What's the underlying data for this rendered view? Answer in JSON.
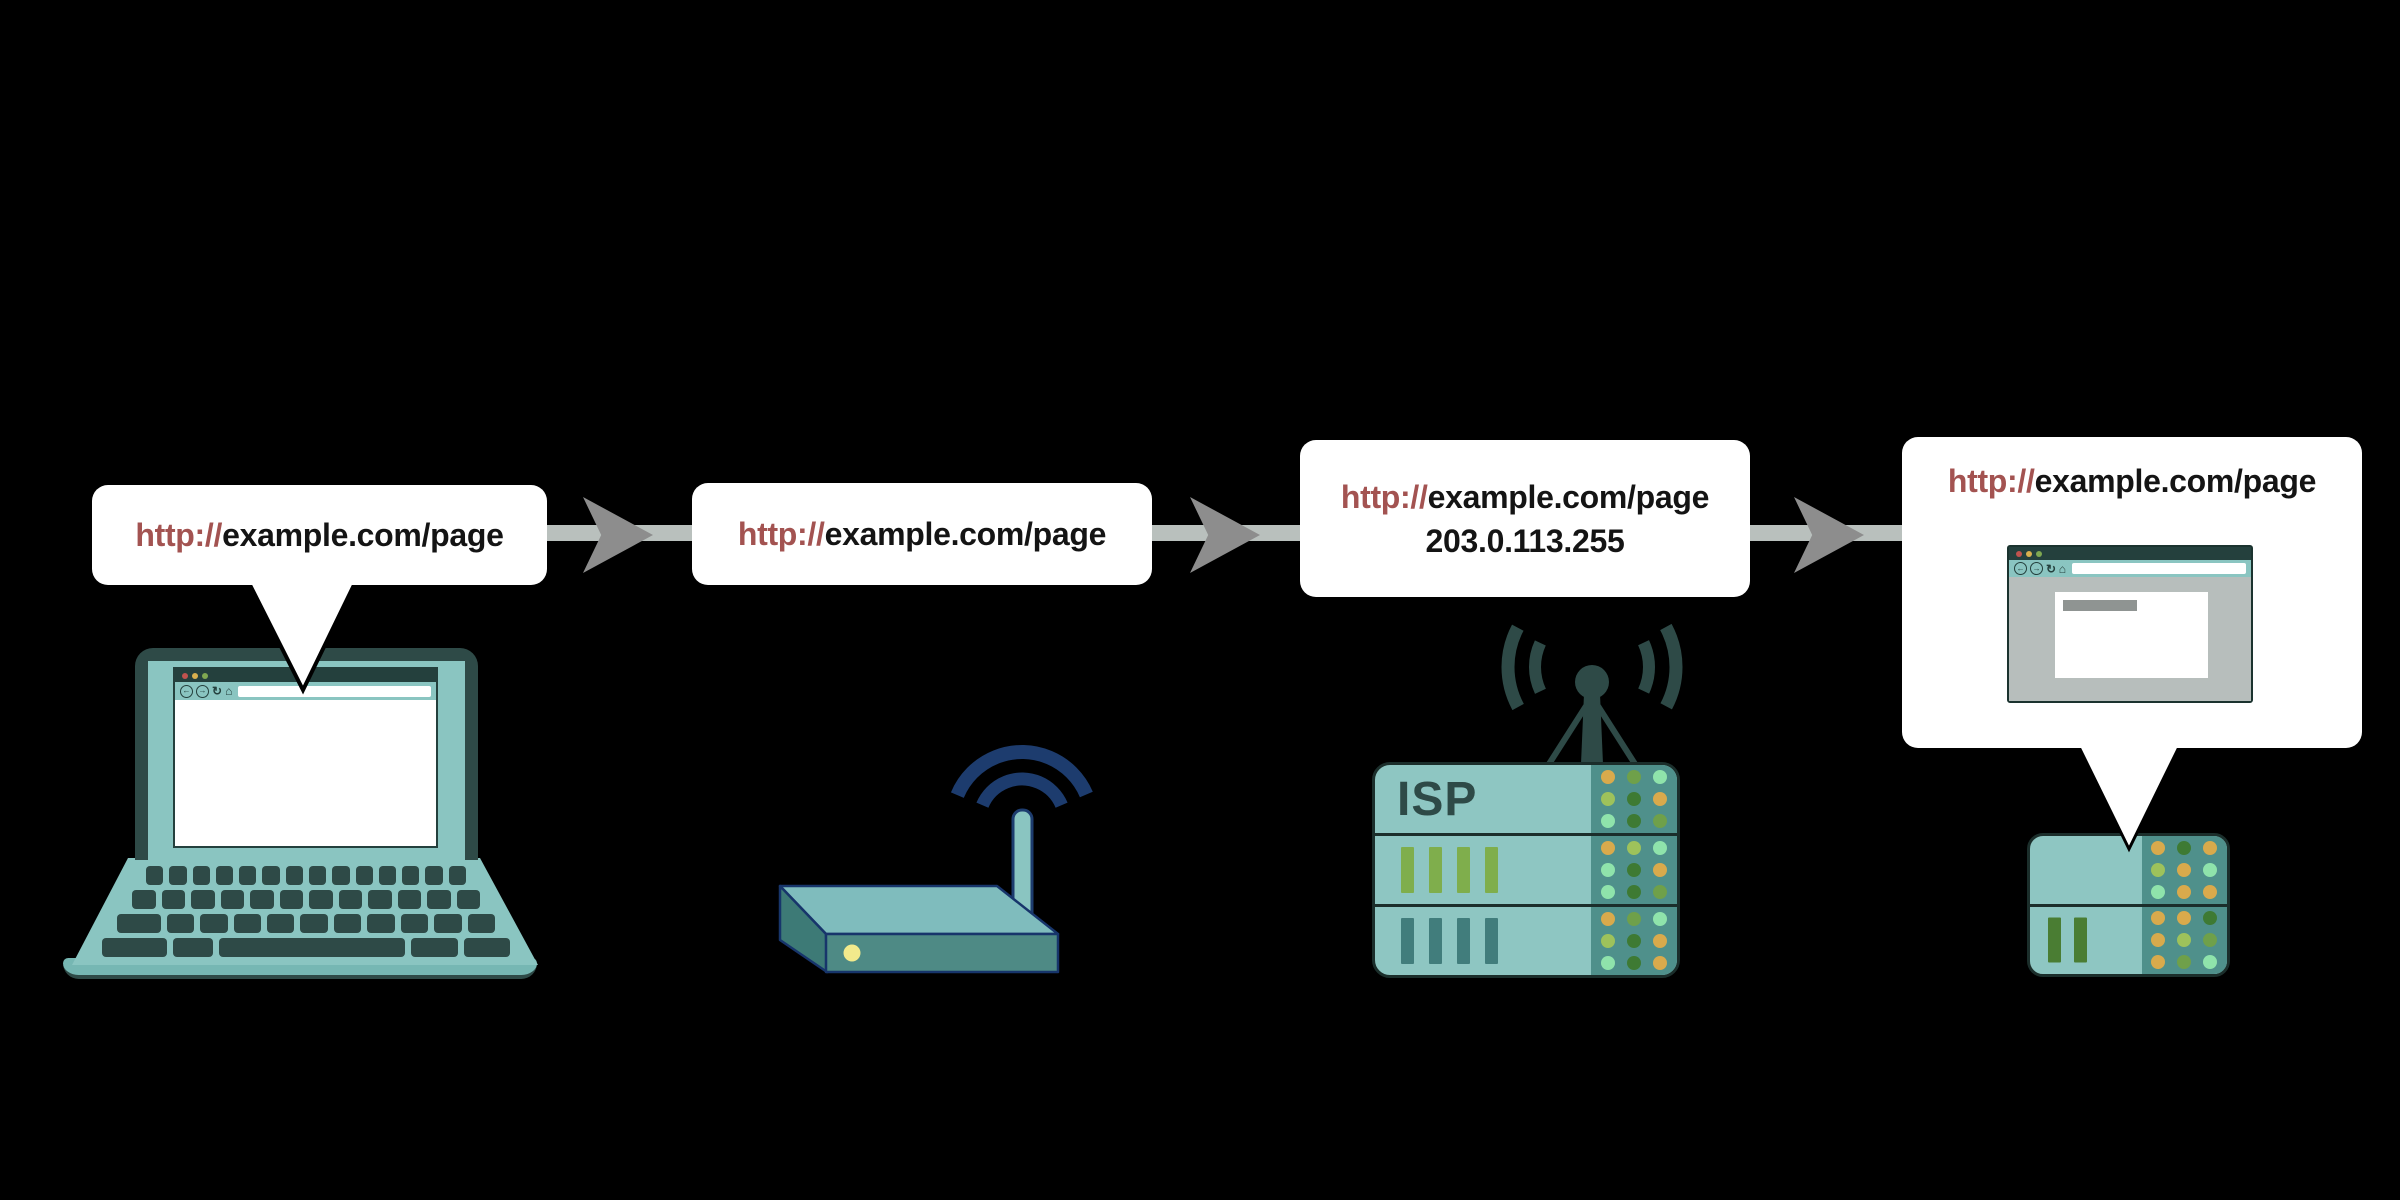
{
  "bubble1": {
    "protocol": "http://",
    "address": "example.com/page"
  },
  "bubble2": {
    "protocol": "http://",
    "address": "example.com/page"
  },
  "bubble3": {
    "protocol": "http://",
    "address": "example.com/page",
    "resolved_ip": "203.0.113.255"
  },
  "bubble4": {
    "protocol": "http://",
    "address": "example.com/page"
  },
  "isp": {
    "label": "ISP"
  },
  "colors": {
    "background": "#000000",
    "protocol_red": "#a35351",
    "url_text": "#141414",
    "teal_dark": "#2e4a47",
    "teal_light": "#8ac5c1",
    "teal_mid": "#4f908b",
    "router_navy": "#1d3c6e",
    "arrow_bar": "#b9c0bd",
    "arrow_head": "#8d8d8d",
    "led_yellow": "#f2ea8c"
  }
}
